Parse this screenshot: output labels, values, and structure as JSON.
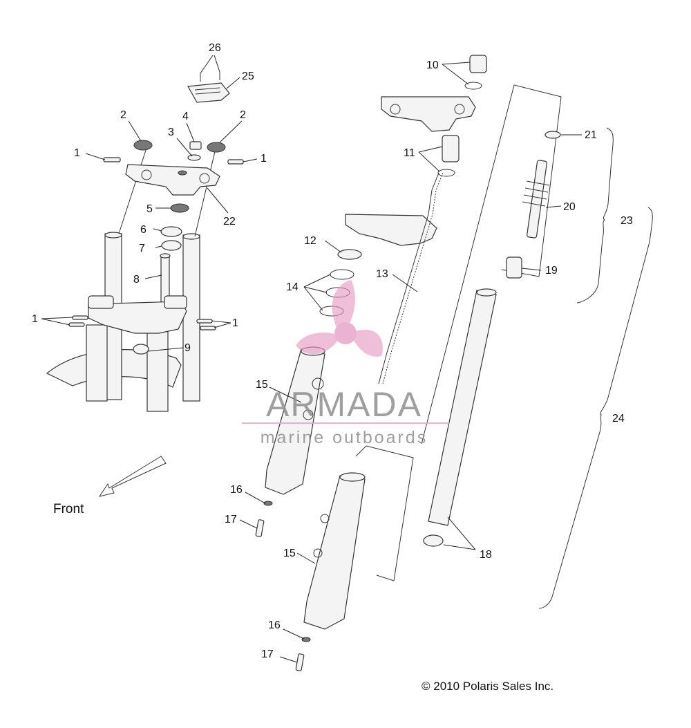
{
  "diagram": {
    "callouts": [
      {
        "id": "c26",
        "text": "26"
      },
      {
        "id": "c25",
        "text": "25"
      },
      {
        "id": "c2a",
        "text": "2"
      },
      {
        "id": "c2b",
        "text": "2"
      },
      {
        "id": "c4",
        "text": "4"
      },
      {
        "id": "c3",
        "text": "3"
      },
      {
        "id": "c1a",
        "text": "1"
      },
      {
        "id": "c1b",
        "text": "1"
      },
      {
        "id": "c22",
        "text": "22"
      },
      {
        "id": "c5",
        "text": "5"
      },
      {
        "id": "c6",
        "text": "6"
      },
      {
        "id": "c7",
        "text": "7"
      },
      {
        "id": "c8",
        "text": "8"
      },
      {
        "id": "c1c",
        "text": "1"
      },
      {
        "id": "c1d",
        "text": "1"
      },
      {
        "id": "c9",
        "text": "9"
      },
      {
        "id": "c10",
        "text": "10"
      },
      {
        "id": "c11",
        "text": "11"
      },
      {
        "id": "c21",
        "text": "21"
      },
      {
        "id": "c20",
        "text": "20"
      },
      {
        "id": "c23",
        "text": "23"
      },
      {
        "id": "c12",
        "text": "12"
      },
      {
        "id": "c13",
        "text": "13"
      },
      {
        "id": "c14",
        "text": "14"
      },
      {
        "id": "c19",
        "text": "19"
      },
      {
        "id": "c15a",
        "text": "15"
      },
      {
        "id": "c24",
        "text": "24"
      },
      {
        "id": "c16a",
        "text": "16"
      },
      {
        "id": "c17a",
        "text": "17"
      },
      {
        "id": "c15b",
        "text": "15"
      },
      {
        "id": "c18",
        "text": "18"
      },
      {
        "id": "c16b",
        "text": "16"
      },
      {
        "id": "c17b",
        "text": "17"
      }
    ],
    "direction_label": "Front",
    "copyright": "© 2010 Polaris Sales Inc."
  },
  "watermark": {
    "brand": "ARMADA",
    "tagline": "marine outboards",
    "color": "#e79ac4",
    "text_color": "#8f8f8f",
    "line_color": "#e8a6cc"
  }
}
